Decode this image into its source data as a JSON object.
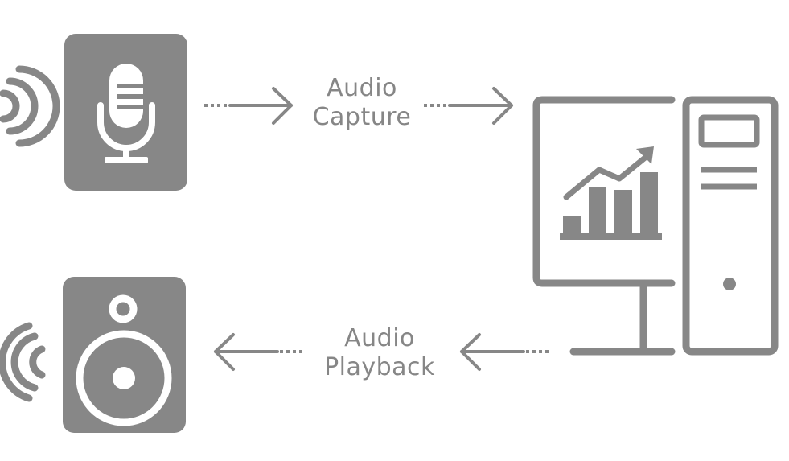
{
  "diagram": {
    "capture_label": [
      "Audio",
      "Capture"
    ],
    "playback_label": [
      "Audio",
      "Playback"
    ],
    "icons": [
      "microphone-icon",
      "speaker-icon",
      "computer-icon",
      "sound-waves-icon"
    ],
    "colors": {
      "icon": "#878787",
      "background": "#ffffff"
    }
  }
}
